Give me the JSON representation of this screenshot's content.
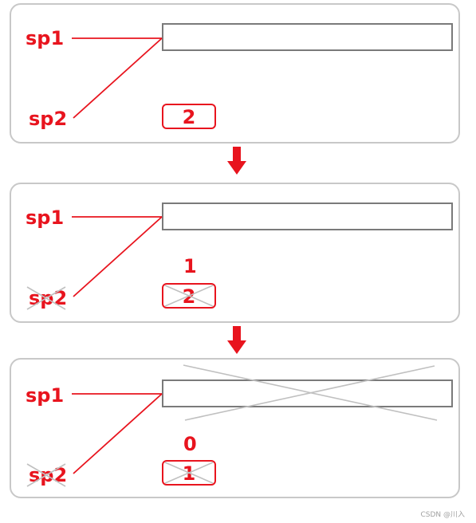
{
  "colors": {
    "accent": "#e8141e",
    "bar_border": "#7a7a7a",
    "panel_border": "#c8c8c8",
    "cross": "#c0c0c0"
  },
  "panels": [
    {
      "sp1": "sp1",
      "sp2": "sp2",
      "count": "2",
      "new_count": "",
      "sp2_crossed": false,
      "count_crossed": false,
      "object_crossed": false
    },
    {
      "sp1": "sp1",
      "sp2": "sp2",
      "count": "2",
      "new_count": "1",
      "sp2_crossed": true,
      "count_crossed": true,
      "object_crossed": false
    },
    {
      "sp1": "sp1",
      "sp2": "sp2",
      "count": "1",
      "new_count": "0",
      "sp2_crossed": true,
      "count_crossed": true,
      "object_crossed": true
    }
  ],
  "watermark": "CSDN @川入"
}
